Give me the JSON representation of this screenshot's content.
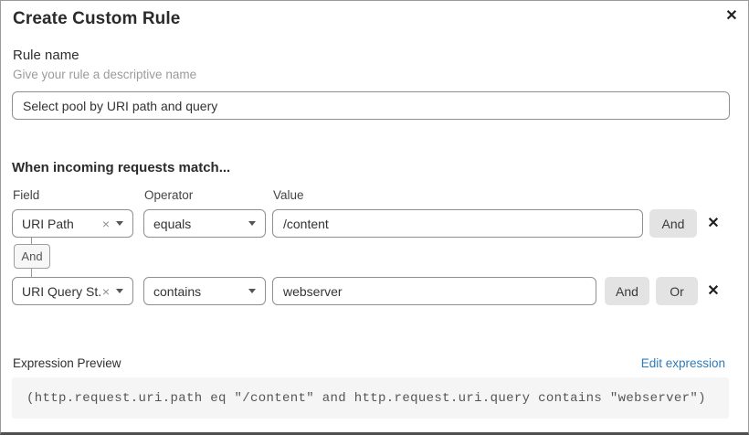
{
  "dialog": {
    "title": "Create Custom Rule"
  },
  "icons": {
    "close": "✕",
    "clear": "×"
  },
  "rule_name": {
    "label": "Rule name",
    "helper": "Give your rule a descriptive name",
    "value": "Select pool by URI path and query"
  },
  "match_section": {
    "title": "When incoming requests match...",
    "column_labels": {
      "field": "Field",
      "operator": "Operator",
      "value": "Value"
    },
    "connector_label": "And",
    "rows": [
      {
        "field": "URI Path",
        "operator": "equals",
        "value": "/content",
        "buttons": [
          "And"
        ]
      },
      {
        "field": "URI Query St...",
        "operator": "contains",
        "value": "webserver",
        "buttons": [
          "And",
          "Or"
        ]
      }
    ]
  },
  "expression_preview": {
    "label": "Expression Preview",
    "edit_link": "Edit expression",
    "expression": "(http.request.uri.path eq \"/content\" and http.request.uri.query contains \"webserver\")"
  },
  "colors": {
    "link_blue": "#2e7bb8",
    "logic_button_bg": "#e3e3e3",
    "code_bg": "#f5f5f5",
    "border_gray": "#8f8f8f"
  }
}
